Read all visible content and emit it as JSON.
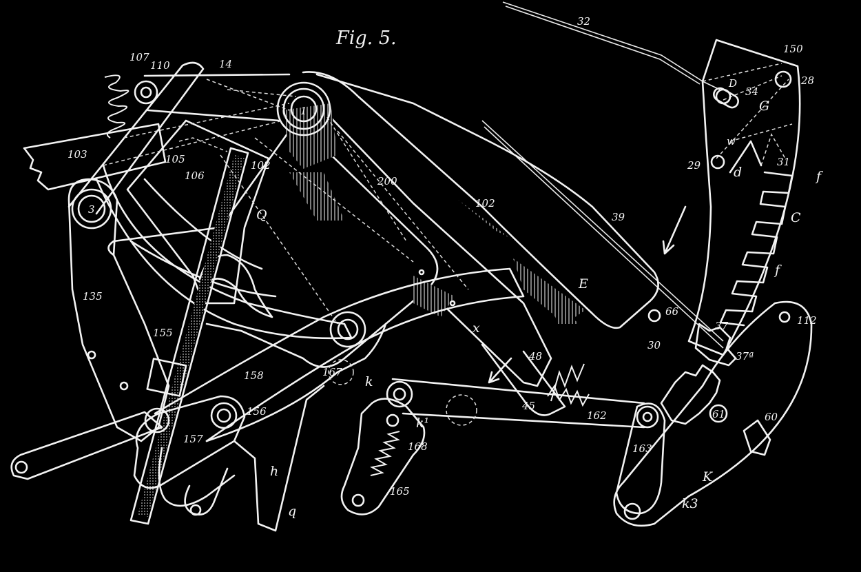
{
  "figure": {
    "title": "Fig. 5.",
    "colors": {
      "background": "#000000",
      "ink": "#f2f2f2"
    }
  },
  "labels": {
    "n32": "32",
    "n150": "150",
    "n28": "28",
    "nD": "D",
    "n34": "34",
    "nG": "G",
    "nw": "w",
    "n29": "29",
    "nd": "d",
    "n31": "31",
    "nf1": "f",
    "nC": "C",
    "nf2": "f",
    "n39": "39",
    "n66": "66",
    "n37": "37",
    "n30": "30",
    "n37a": "37ª",
    "n112": "112",
    "n61": "61",
    "n60": "60",
    "nK": "K",
    "nk3": "k3",
    "n163": "163",
    "n162": "162",
    "n45": "45",
    "n48": "48",
    "nE": "E",
    "nx": "x",
    "n102a": "102",
    "n102b": "102",
    "n200": "200",
    "n1": "1",
    "n14": "14",
    "n110": "110",
    "n107": "107",
    "n103": "103",
    "n105": "105",
    "n106": "106",
    "nQ": "Q",
    "n3": "3",
    "n135": "135",
    "n155": "155",
    "n158": "158",
    "n156": "156",
    "n157": "157",
    "nh": "h",
    "nq": "q",
    "n167": "167",
    "nk": "k",
    "nk1": "k¹",
    "n168": "168",
    "n165": "165"
  }
}
